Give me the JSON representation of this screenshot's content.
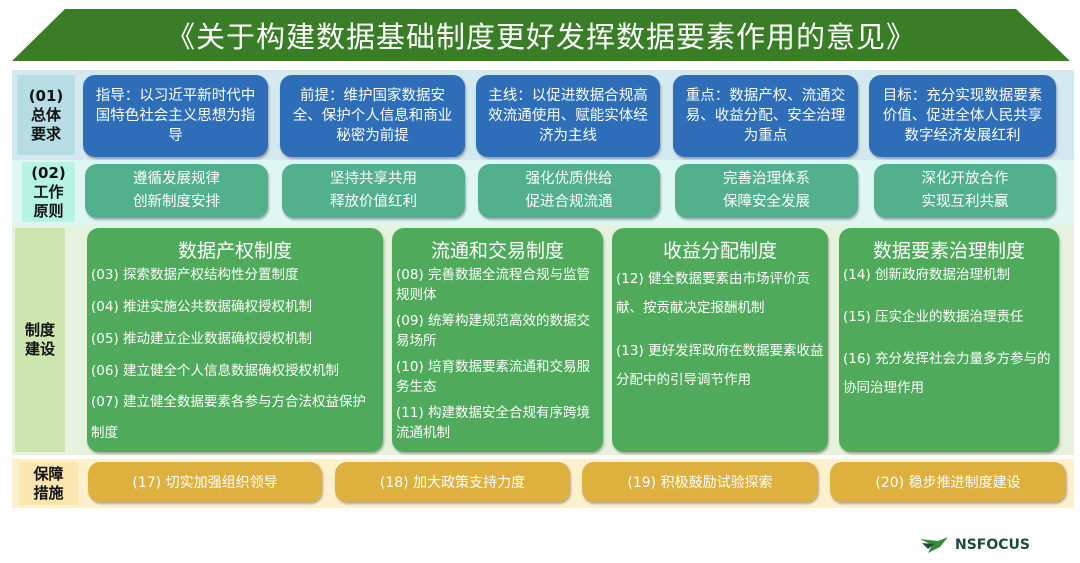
{
  "title": "《关于构建数据基础制度更好发挥数据要素作用的意见》",
  "rows": {
    "overall": {
      "label": "(01)\n总体\n要求",
      "items": [
        "指导：以习近平新时代中国特色社会主义思想为指导",
        "前提：维护国家数据安全、保护个人信息和商业秘密为前提",
        "主线：以促进数据合规高效流通使用、赋能实体经济为主线",
        "重点：数据产权、流通交易、收益分配、安全治理为重点",
        "目标：充分实现数据要素价值、促进全体人民共享数字经济发展红利"
      ]
    },
    "principles": {
      "label": "(02)\n工作\n原则",
      "items": [
        "遵循发展规律\n创新制度安排",
        "坚持共享共用\n释放价值红利",
        "强化优质供给\n促进合规流通",
        "完善治理体系\n保障安全发展",
        "深化开放合作\n实现互利共赢"
      ]
    },
    "systems": {
      "label": "制度\n建设",
      "groups": [
        {
          "title": "数据产权制度",
          "items": [
            "(03) 探索数据产权结构性分置制度",
            "(04) 推进实施公共数据确权授权机制",
            "(05) 推动建立企业数据确权授权机制",
            "(06) 建立健全个人信息数据确权授权机制",
            "(07) 建立健全数据要素各参与方合法权益保护制度"
          ]
        },
        {
          "title": "流通和交易制度",
          "items": [
            "(08) 完善数据全流程合规与监管规则体",
            "(09) 统筹构建规范高效的数据交易场所",
            "(10) 培育数据要素流通和交易服务生态",
            "(11) 构建数据安全合规有序跨境流通机制"
          ]
        },
        {
          "title": "收益分配制度",
          "items": [
            "(12) 健全数据要素由市场评价贡献、按贡献决定报酬机制",
            "(13) 更好发挥政府在数据要素收益分配中的引导调节作用"
          ]
        },
        {
          "title": "数据要素治理制度",
          "items": [
            "(14) 创新政府数据治理机制",
            "(15) 压实企业的数据治理责任",
            "(16) 充分发挥社会力量多方参与的协同治理作用"
          ]
        }
      ]
    },
    "safeguards": {
      "label": "保障\n措施",
      "items": [
        "(17) 切实加强组织领导",
        "(18) 加大政策支持力度",
        "(19) 积极鼓励试验探索",
        "(20) 稳步推进制度建设"
      ]
    }
  },
  "logo": "NSFOCUS",
  "colors": {
    "banner": "#3a7d27",
    "blue": "#2e6eb8",
    "teal": "#52b18c",
    "green": "#4fab5b",
    "gold": "#deb03e"
  }
}
